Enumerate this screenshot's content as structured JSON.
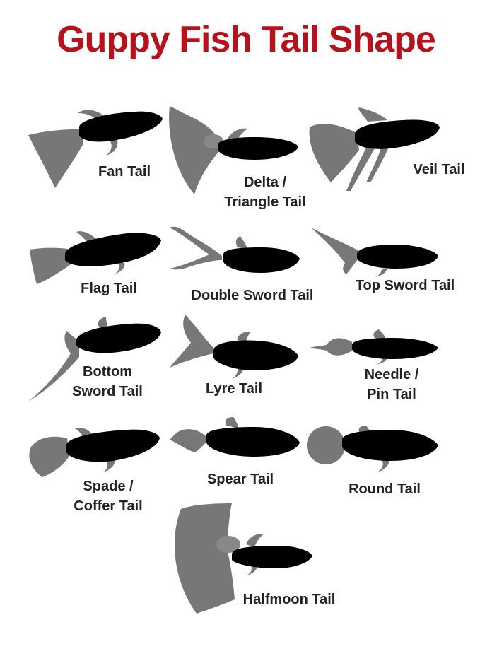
{
  "title": "Guppy Fish Tail Shape",
  "colors": {
    "title": "#b5121b",
    "tail": "#777777",
    "body": "#000000",
    "text": "#222222"
  },
  "tails": [
    {
      "id": "fan",
      "lines": [
        "Fan Tail"
      ]
    },
    {
      "id": "delta",
      "lines": [
        "Delta /",
        "Triangle Tail"
      ]
    },
    {
      "id": "veil",
      "lines": [
        "Veil Tail"
      ]
    },
    {
      "id": "flag",
      "lines": [
        "Flag Tail"
      ]
    },
    {
      "id": "double-sword",
      "lines": [
        "Double Sword Tail"
      ]
    },
    {
      "id": "top-sword",
      "lines": [
        "Top Sword Tail"
      ]
    },
    {
      "id": "bottom-sword",
      "lines": [
        "Bottom",
        "Sword Tail"
      ]
    },
    {
      "id": "lyre",
      "lines": [
        "Lyre Tail"
      ]
    },
    {
      "id": "needle",
      "lines": [
        "Needle /",
        "Pin Tail"
      ]
    },
    {
      "id": "spade",
      "lines": [
        "Spade /",
        "Coffer Tail"
      ]
    },
    {
      "id": "spear",
      "lines": [
        "Spear Tail"
      ]
    },
    {
      "id": "round",
      "lines": [
        "Round Tail"
      ]
    },
    {
      "id": "halfmoon",
      "lines": [
        "Halfmoon Tail"
      ]
    }
  ]
}
